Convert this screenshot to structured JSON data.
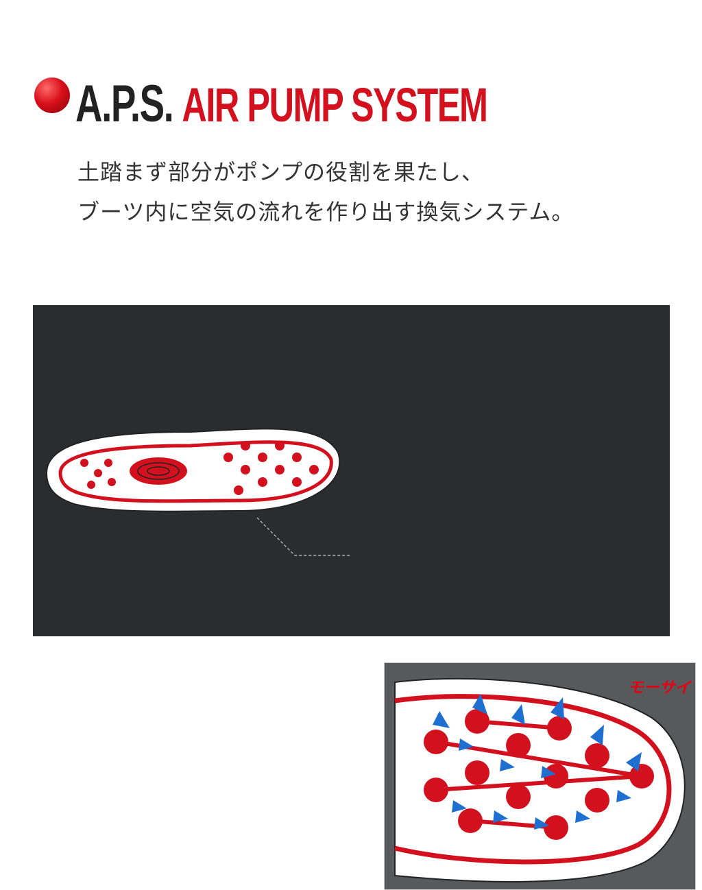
{
  "header": {
    "acronym": "A.P.S.",
    "name": "AIR PUMP SYSTEM",
    "accent_color": "#d3111e"
  },
  "description": {
    "line1": "土踏まず部分がポンプの役割を果たし、",
    "line2": "ブーツ内に空気の流れを作り出す換気システム。"
  },
  "brand": {
    "logo_text": "モーサイ"
  }
}
